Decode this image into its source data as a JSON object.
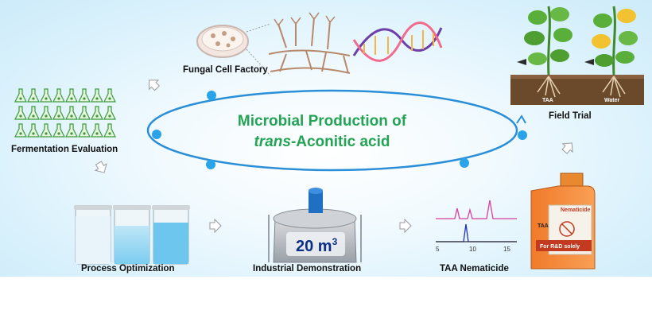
{
  "title": {
    "line1": "Microbial Production of",
    "line2_italic": "trans",
    "line2_rest": "-Aconitic acid"
  },
  "labels": {
    "fungal": "Fungal Cell Factory",
    "fermentation": "Fermentation Evaluation",
    "process": "Process Optimization",
    "industrial": "Industrial Demonstration",
    "nematicide": "TAA Nematicide",
    "field": "Field  Trial"
  },
  "reactor": {
    "volume": "20 m",
    "sup": "3"
  },
  "chromatogram": {
    "ticks": [
      "5",
      "10",
      "15"
    ]
  },
  "bottle": {
    "brand": "Nematicide",
    "code": "TAA",
    "note": "For R&D solely"
  },
  "field": {
    "left": "TAA",
    "right": "Water"
  },
  "colors": {
    "title": "#23a455",
    "orbit": "#2b8fd8",
    "node": "#2aa4e8",
    "flask": "#3a9a3a"
  },
  "icons": [
    "petri-dish-icon",
    "hyphae-icon",
    "dna-helix-icon",
    "flask-grid-icon",
    "bioreactor-icon",
    "fermenter-icon",
    "chromatogram-icon",
    "bottle-icon",
    "plant-icon",
    "arrow-icon"
  ]
}
